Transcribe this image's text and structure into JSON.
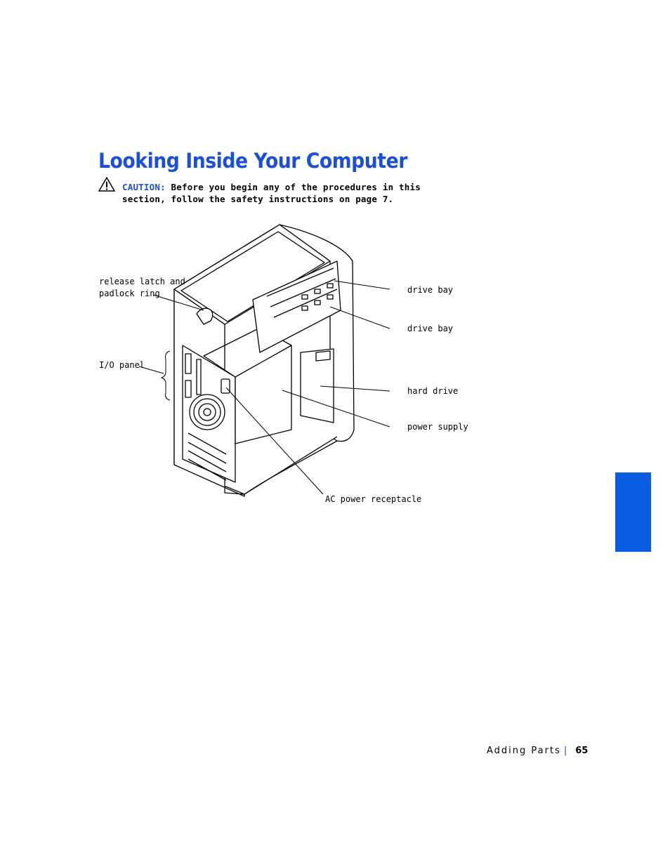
{
  "page": {
    "title": "Looking Inside Your Computer",
    "caution_label": "CAUTION:",
    "caution_text": " Before you begin any of the procedures in this section, follow the safety instructions on page 7."
  },
  "figure": {
    "callouts": {
      "release_latch_line1": "release latch and",
      "release_latch_line2": "padlock ring",
      "io_panel": "I/O panel",
      "drive_bay_upper": "drive bay",
      "drive_bay_lower": "drive bay",
      "hard_drive": "hard drive",
      "power_supply": "power supply",
      "ac_power": "AC power receptacle"
    }
  },
  "footer": {
    "section": "Adding Parts",
    "separator": "|",
    "page_number": "65"
  },
  "colors": {
    "accent_blue": "#1a4fd6",
    "side_tab_blue": "#0a5ce0"
  }
}
